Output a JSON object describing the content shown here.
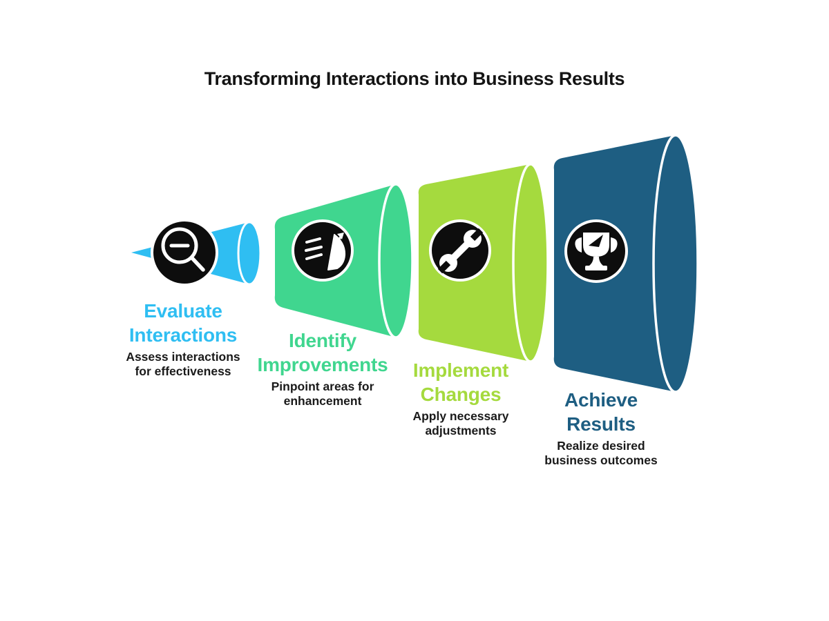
{
  "title": "Transforming Interactions into Business Results",
  "palette": {
    "blue": "#2fbef2",
    "green": "#40d68f",
    "lime": "#a5da3e",
    "dark_teal": "#1e5e82",
    "icon_black": "#0d0d0d",
    "text_black": "#1a1a1a",
    "background": "#ffffff"
  },
  "stages": [
    {
      "line1": "Evaluate",
      "line2": "Interactions",
      "desc1": "Assess interactions",
      "desc2": "for effectiveness",
      "color": "#2fbef2",
      "icon": "magnifier-minus-icon"
    },
    {
      "line1": "Identify",
      "line2": "Improvements",
      "desc1": "Pinpoint areas for",
      "desc2": "enhancement",
      "color": "#40d68f",
      "icon": "megaphone-icon"
    },
    {
      "line1": "Implement",
      "line2": "Changes",
      "desc1": "Apply necessary",
      "desc2": "adjustments",
      "color": "#a5da3e",
      "icon": "wrench-icon"
    },
    {
      "line1": "Achieve",
      "line2": "Results",
      "desc1": "Realize desired",
      "desc2": "business outcomes",
      "color": "#1e5e82",
      "icon": "trophy-icon"
    }
  ]
}
